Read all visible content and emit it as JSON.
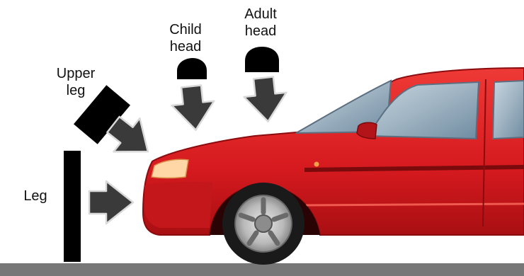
{
  "labels": {
    "adult_head": [
      "Adult",
      "head"
    ],
    "child_head": [
      "Child",
      "head"
    ],
    "upper_leg": [
      "Upper",
      "leg"
    ],
    "leg": "Leg"
  },
  "colors": {
    "car_body": "#d61a1f",
    "car_dark": "#a80f12",
    "glass": "#7a97ad",
    "impactor": "#000000",
    "arrow": "#3a3a3a",
    "ground": "#777777"
  }
}
